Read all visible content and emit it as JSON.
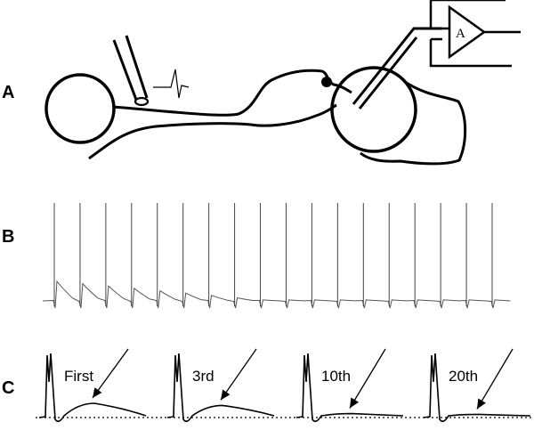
{
  "panels": {
    "a": {
      "label": "A",
      "amplifier_label": "A"
    },
    "b": {
      "label": "B",
      "spike_count": 18
    },
    "c": {
      "label": "C",
      "traces": [
        {
          "label": "First",
          "epsp_level": 1.0
        },
        {
          "label": "3rd",
          "epsp_level": 0.85
        },
        {
          "label": "10th",
          "epsp_level": 0.28
        },
        {
          "label": "20th",
          "epsp_level": 0.22
        }
      ]
    }
  }
}
